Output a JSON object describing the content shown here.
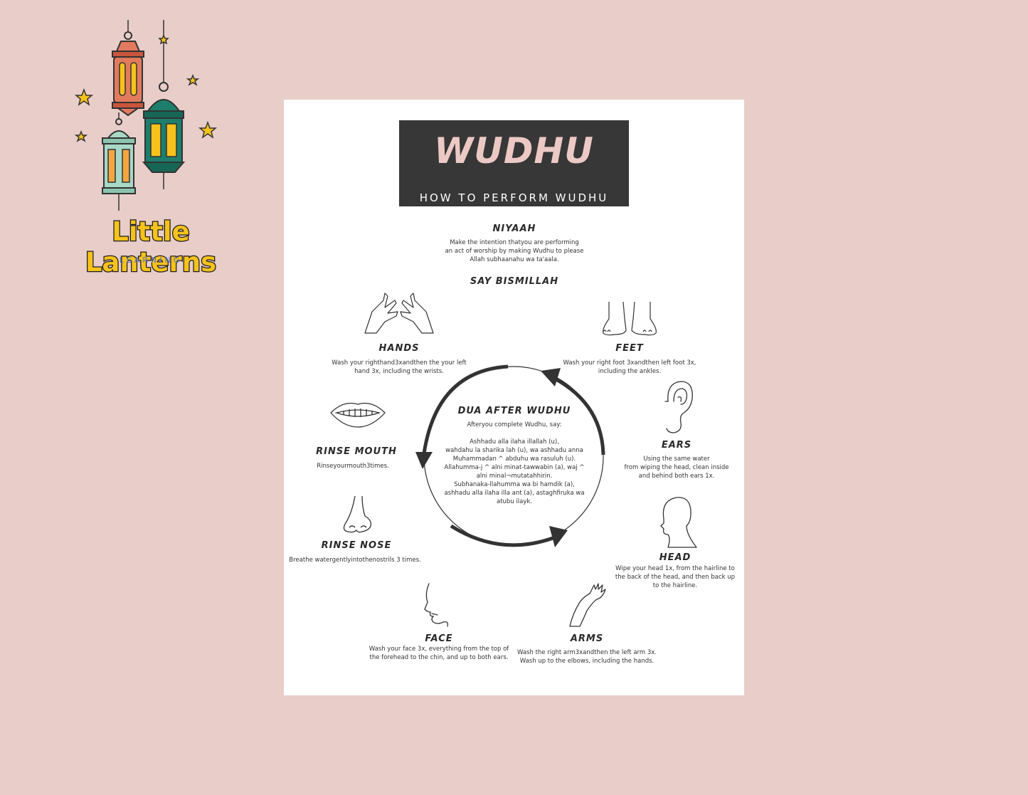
{
  "brand": {
    "name": "Little Lanterns",
    "tagline": "LEARNING",
    "colors": {
      "brand_yellow": "#f6c21b",
      "lantern_red": "#e27a5e",
      "lantern_teal": "#1d7e6c",
      "lantern_mint": "#a9d8c6",
      "tagline_blue": "#4f6fd6",
      "background": "#e8cdc9"
    }
  },
  "poster": {
    "title": "WUDHU",
    "subtitle": "HOW TO PERFORM WUDHU",
    "colors": {
      "title_box": "#373737",
      "title_text": "#ecc9c4"
    },
    "niyaah": {
      "heading": "NIYAAH",
      "text": "Make the intention thatyou are performing\nan act of worship by making Wudhu to please\nAllah subhaanahu wa ta'aala."
    },
    "bismillah": {
      "heading": "SAY BISMILLAH"
    },
    "steps": {
      "hands": {
        "heading": "HANDS",
        "text": "Wash your righthand3xandthen the your left\nhand 3x, including the wrists.",
        "icon": "hands-icon"
      },
      "feet": {
        "heading": "FEET",
        "text": "Wash your right foot 3xandthen left foot 3x,\nincluding the ankles.",
        "icon": "feet-icon"
      },
      "mouth": {
        "heading": "RINSE MOUTH",
        "text": "Rinseyourmouth3times.",
        "icon": "mouth-icon"
      },
      "ears": {
        "heading": "EARS",
        "text": "Using the same water\nfrom wiping the head, clean inside\nand behind both ears 1x.",
        "icon": "ear-icon"
      },
      "nose": {
        "heading": "RINSE NOSE",
        "text": "Breathe watergentlyintothenostrils 3 times.",
        "icon": "nose-icon"
      },
      "head": {
        "heading": "HEAD",
        "text": "Wipe your head 1x, from the hairline to\nthe back of the head, and then back up\nto the hairline.",
        "icon": "head-icon"
      },
      "face": {
        "heading": "FACE",
        "text": "Wash your face 3x, everything from the top of\nthe forehead to the chin, and up to both ears.",
        "icon": "face-icon"
      },
      "arms": {
        "heading": "ARMS",
        "text": "Wash the right arm3xandthen the left arm 3x.\nWash up to the elbows, including the hands.",
        "icon": "arm-icon"
      }
    },
    "dua": {
      "heading": "DUA AFTER WUDHU",
      "intro": "Afteryou complete Wudhu, say:",
      "text": "Ashhadu alla ilaha illallah (u),\nwahdahu la sharika lah (u), wa ashhadu anna\nMuhammadan ^ abduhu wa rasuluh (u).\nAllahumma-j ^ alni minat-tawwabin (a), waj ^\nalni minal¬mutatahhirin.\nSubhanaka-llahumma wa bi hamdik (a),\nashhadu alla ilaha illa ant (a), astaghfiruka wa\natubu ilayk."
    }
  }
}
